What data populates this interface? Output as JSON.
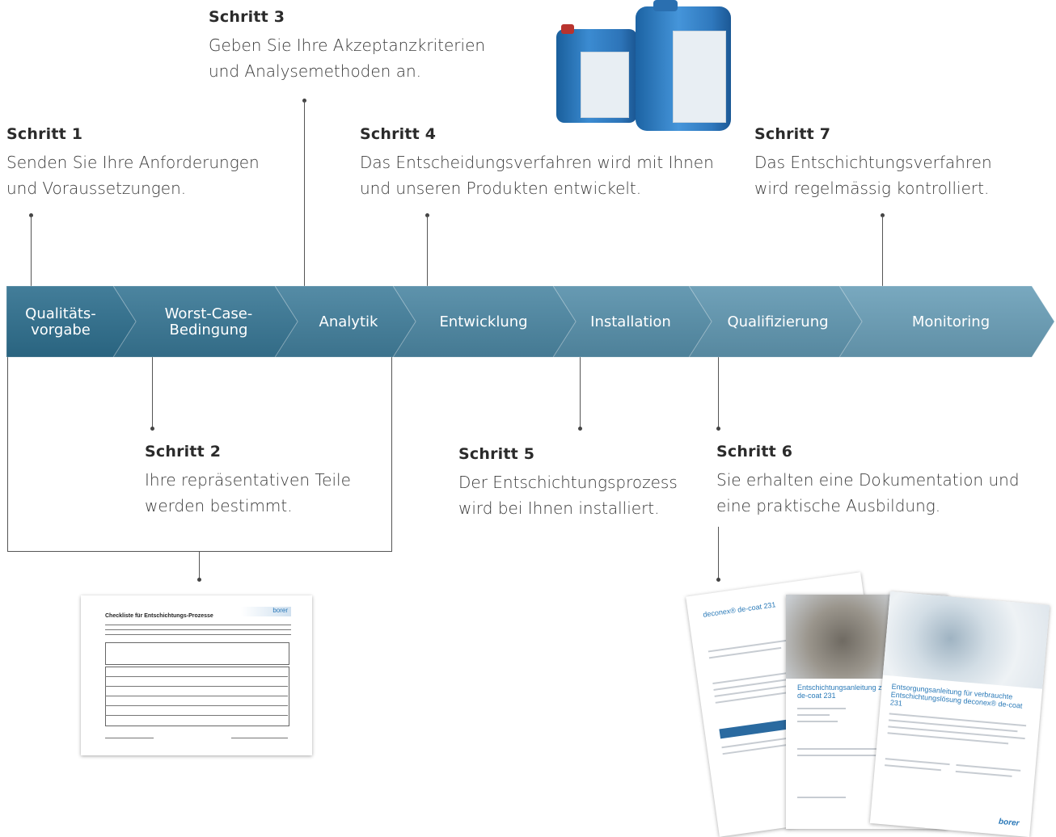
{
  "process": {
    "stages": [
      {
        "lines": [
          "Qualitäts-",
          "vorgabe"
        ]
      },
      {
        "lines": [
          "Worst-Case-",
          "Bedingung"
        ]
      },
      {
        "lines": [
          "Analytik"
        ]
      },
      {
        "lines": [
          "Entwicklung"
        ]
      },
      {
        "lines": [
          "Installation"
        ]
      },
      {
        "lines": [
          "Qualifizierung"
        ]
      },
      {
        "lines": [
          "Monitoring"
        ]
      }
    ]
  },
  "steps": {
    "s1": {
      "title": "Schritt 1",
      "line1": "Senden Sie Ihre Anforderungen",
      "line2": "und Voraussetzungen."
    },
    "s2": {
      "title": "Schritt 2",
      "line1": "Ihre repräsentativen Teile",
      "line2": "werden bestimmt."
    },
    "s3": {
      "title": "Schritt 3",
      "line1": "Geben Sie Ihre Akzeptanzkriterien",
      "line2": "und Analysemethoden an."
    },
    "s4": {
      "title": "Schritt 4",
      "line1": "Das Entscheidungsverfahren wird mit Ihnen",
      "line2": "und unseren Produkten entwickelt."
    },
    "s5": {
      "title": "Schritt 5",
      "line1": "Der Entschichtungsprozess",
      "line2": "wird bei Ihnen installiert."
    },
    "s6": {
      "title": "Schritt 6",
      "line1": "Sie erhalten eine Dokumentation und",
      "line2": "eine praktische Ausbildung."
    },
    "s7": {
      "title": "Schritt 7",
      "line1": "Das Entschichtungsverfahren",
      "line2": "wird regelmässig kontrolliert."
    }
  },
  "checklist": {
    "title": "Checkliste für Entschichtungs-Prozesse",
    "logo": "borer"
  },
  "brochures": {
    "b1_head": "deconex® de-coat 231",
    "b2_head": "Entschichtungsanleitung zu ... deconex® de-coat 231",
    "b3_head": "Entsorgungsanleitung für verbrauchte Entschichtungslösung deconex® de-coat 231",
    "brand": "borer"
  },
  "colors": {
    "chevron_start": "#2e6f8e",
    "chevron_end": "#6a9fb8",
    "lines": "#555555"
  }
}
